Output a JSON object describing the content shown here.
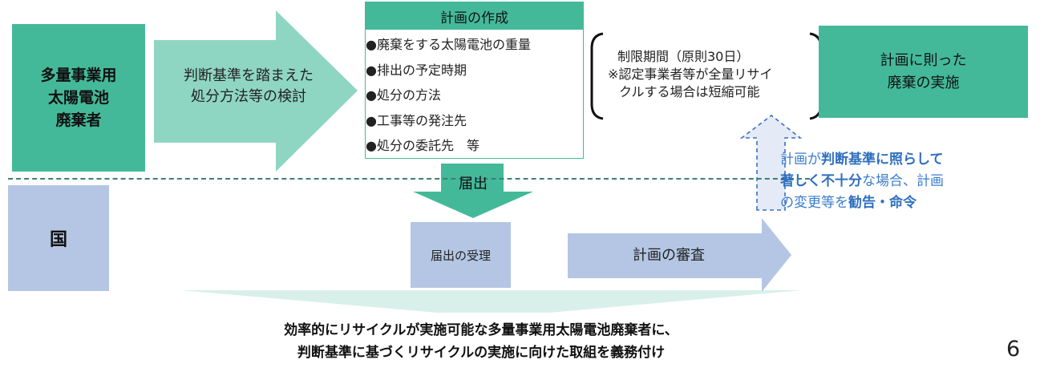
{
  "actors": {
    "business": "多量事業用\n太陽電池\n廃棄者",
    "business_lines": [
      "多量事業用",
      "太陽電池",
      "廃棄者"
    ],
    "nation": "国"
  },
  "steps": {
    "review": {
      "lines": [
        "判断基準を踏まえた",
        "処分方法等の検討"
      ]
    },
    "plan": {
      "title": "計画の作成",
      "items": [
        "●廃棄をする太陽電池の重量",
        "●排出の予定時期",
        "●処分の方法",
        "●工事等の発注先",
        "●処分の委託先　等"
      ]
    },
    "restriction": {
      "lines": [
        "制限期間（原則30日）",
        "※認定事業者等が全量リサイ",
        "クルする場合は短縮可能"
      ]
    },
    "implementation": {
      "lines": [
        "計画に則った",
        "廃棄の実施"
      ]
    },
    "notification": "届出",
    "receipt": "届出の受理",
    "examination": "計画の審査"
  },
  "advice": {
    "segments": [
      {
        "text": "計画が",
        "bold": false
      },
      {
        "text": "判断基準に照らして",
        "bold": true
      },
      {
        "text": "著しく不十分",
        "bold": true
      },
      {
        "text": "な場合、計画",
        "bold": false
      },
      {
        "text": "の変更等を",
        "bold": false
      },
      {
        "text": "勧告・命令",
        "bold": true
      }
    ]
  },
  "conclusion": {
    "lines": [
      "効率的にリサイクルが実施可能な多量事業用太陽電池廃棄者に、",
      "判断基準に基づくリサイクルの実施に向けた取組を義務付け"
    ]
  },
  "page_number": "6",
  "colors": {
    "business_green": "#44b99a",
    "arrow_light_green": "#8fd6c2",
    "nation_blue": "#b4c6e3",
    "advice_blue": "#3b7dcc",
    "divider": "#3f7f74",
    "conclusion_arrow": "#d8f0e9"
  }
}
